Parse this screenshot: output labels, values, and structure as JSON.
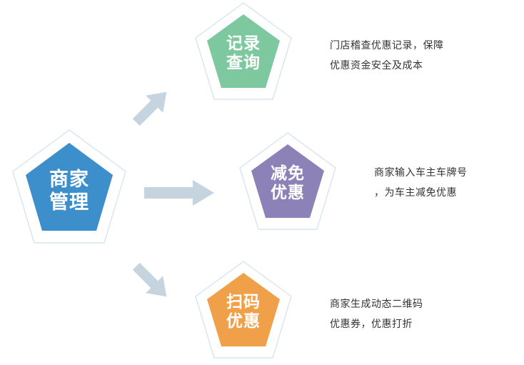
{
  "center": {
    "label_line1": "商家",
    "label_line2": "管理",
    "color": "#3d8fcc"
  },
  "nodes": [
    {
      "label_line1": "记录",
      "label_line2": "查询",
      "color": "#7ec8a0",
      "desc_line1": "门店稽查优惠记录，保障",
      "desc_line2": "优惠资金安全及成本"
    },
    {
      "label_line1": "减免",
      "label_line2": "优惠",
      "color": "#8c82b8",
      "desc_line1": "商家输入车主车牌号",
      "desc_line2": "，为车主减免优惠"
    },
    {
      "label_line1": "扫码",
      "label_line2": "优惠",
      "color": "#f0a048",
      "desc_line1": "商家生成动态二维码",
      "desc_line2": "优惠券，优惠打折"
    }
  ],
  "arrow_color": "#c6d4e0",
  "outline_color": "#d9e6f2"
}
